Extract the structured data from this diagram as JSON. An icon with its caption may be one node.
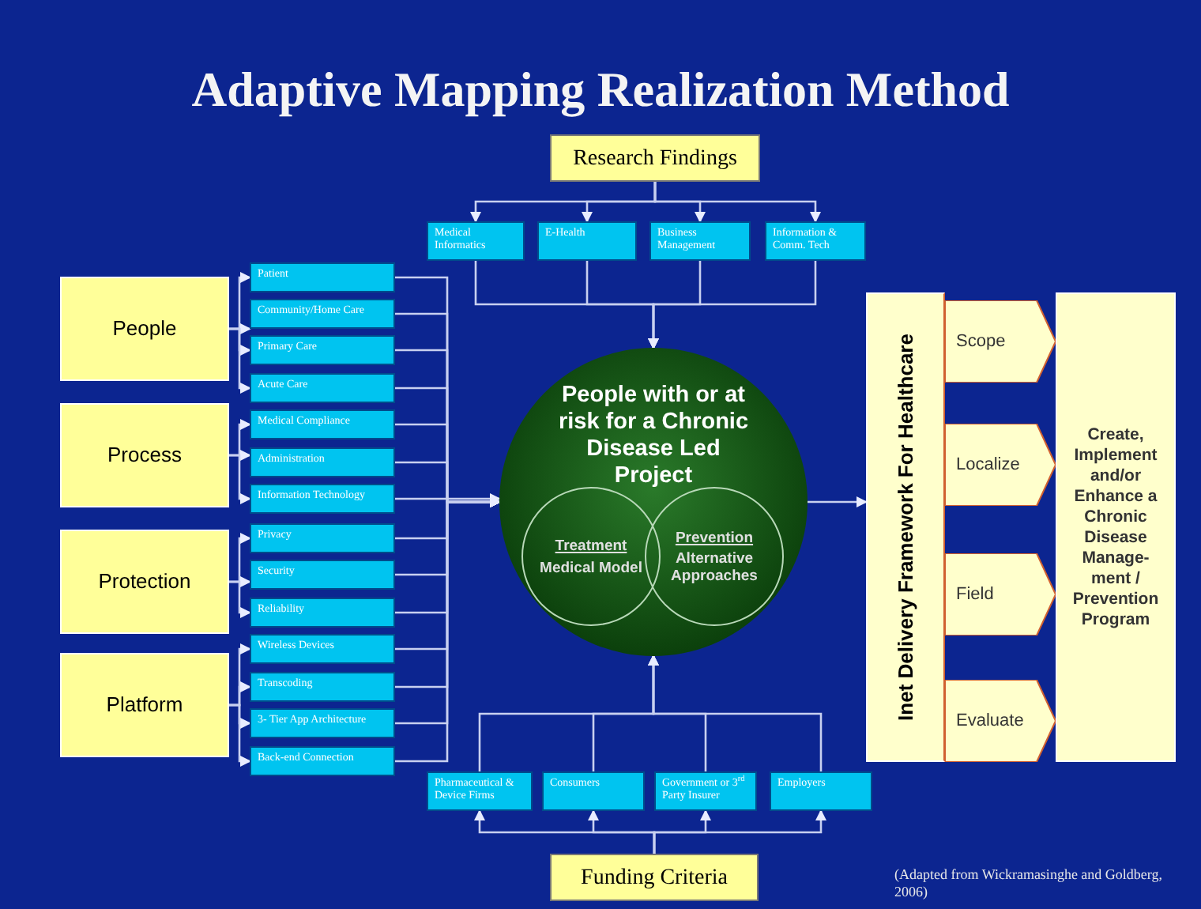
{
  "diagram": {
    "title": "Adaptive Mapping Realization Method",
    "nodes": [
      {
        "text": [
          "Research Findings"
        ]
      },
      {
        "text": [
          "Medical Informatics"
        ]
      },
      {
        "text": [
          "E-Health"
        ]
      },
      {
        "text": [
          "Business Management"
        ]
      },
      {
        "text": [
          "Information & Comm. Tech"
        ]
      },
      {
        "text": [
          "People"
        ]
      },
      {
        "text": [
          "Process"
        ]
      },
      {
        "text": [
          "Protection"
        ]
      },
      {
        "text": [
          "Platform"
        ]
      },
      {
        "text": [
          "Patient"
        ]
      },
      {
        "text": [
          "Community/Home Care"
        ]
      },
      {
        "text": [
          "Primary Care"
        ]
      },
      {
        "text": [
          "Acute Care"
        ]
      },
      {
        "text": [
          "Medical Compliance"
        ]
      },
      {
        "text": [
          "Administration"
        ]
      },
      {
        "text": [
          "Information Technology"
        ]
      },
      {
        "text": [
          "Privacy"
        ]
      },
      {
        "text": [
          "Security"
        ]
      },
      {
        "text": [
          "Reliability"
        ]
      },
      {
        "text": [
          "Wireless Devices"
        ]
      },
      {
        "text": [
          "Transcoding"
        ]
      },
      {
        "text": [
          "3- Tier App Architecture"
        ]
      },
      {
        "text": [
          "Back-end Connection"
        ]
      },
      {
        "text": [
          "People with or at risk for a Chronic Disease Led Project"
        ]
      },
      {
        "text": [
          "Treatment",
          "Medical Model"
        ],
        "in": 23
      },
      {
        "text": [
          "Prevention",
          "Alternative Approaches"
        ],
        "in": 23
      },
      {
        "text": [
          "Inet Delivery Framework For Healthcare"
        ]
      },
      {
        "text": [
          "Scope"
        ]
      },
      {
        "text": [
          "Localize"
        ]
      },
      {
        "text": [
          "Field"
        ]
      },
      {
        "text": [
          "Evaluate"
        ]
      },
      {
        "text": [
          "Create, Implement and/or Enhance a Chronic Disease Manage- ment / Prevention Program"
        ]
      },
      {
        "text": [
          "Pharmaceutical & Device Firms"
        ]
      },
      {
        "text": [
          "Consumers"
        ]
      },
      {
        "text": [
          "Government or 3$^{rd}$ Party Insurer"
        ]
      },
      {
        "text": [
          "Employers"
        ]
      },
      {
        "text": [
          "Funding Criteria"
        ]
      }
    ],
    "edges": [
      {
        "from": 0,
        "to": 1,
        "arrow": "to"
      },
      {
        "from": 0,
        "to": 2,
        "arrow": "to"
      },
      {
        "from": 0,
        "to": 3,
        "arrow": "to"
      },
      {
        "from": 0,
        "to": 4,
        "arrow": "to"
      },
      {
        "from": 1,
        "to": 23,
        "arrow": "to"
      },
      {
        "from": 2,
        "to": 23,
        "arrow": "to"
      },
      {
        "from": 3,
        "to": 23,
        "arrow": "to"
      },
      {
        "from": 4,
        "to": 23,
        "arrow": "to"
      },
      {
        "from": 5,
        "to": 9,
        "arrow": "to"
      },
      {
        "from": 5,
        "to": 10,
        "arrow": "to"
      },
      {
        "from": 5,
        "to": 11,
        "arrow": "to"
      },
      {
        "from": 5,
        "to": 12,
        "arrow": "to"
      },
      {
        "from": 6,
        "to": 13,
        "arrow": "to"
      },
      {
        "from": 6,
        "to": 14,
        "arrow": "to"
      },
      {
        "from": 6,
        "to": 15,
        "arrow": "to"
      },
      {
        "from": 7,
        "to": 16,
        "arrow": "to"
      },
      {
        "from": 7,
        "to": 17,
        "arrow": "to"
      },
      {
        "from": 7,
        "to": 18,
        "arrow": "to"
      },
      {
        "from": 8,
        "to": 19,
        "arrow": "to"
      },
      {
        "from": 8,
        "to": 20,
        "arrow": "to"
      },
      {
        "from": 8,
        "to": 21,
        "arrow": "to"
      },
      {
        "from": 8,
        "to": 22,
        "arrow": "to"
      },
      {
        "from": 9,
        "to": 23,
        "arrow": "to"
      },
      {
        "from": 10,
        "to": 23,
        "arrow": "to"
      },
      {
        "from": 11,
        "to": 23,
        "arrow": "to"
      },
      {
        "from": 12,
        "to": 23,
        "arrow": "to"
      },
      {
        "from": 13,
        "to": 23,
        "arrow": "to"
      },
      {
        "from": 14,
        "to": 23,
        "arrow": "to"
      },
      {
        "from": 15,
        "to": 23,
        "arrow": "to"
      },
      {
        "from": 16,
        "to": 23,
        "arrow": "to"
      },
      {
        "from": 17,
        "to": 23,
        "arrow": "to"
      },
      {
        "from": 18,
        "to": 23,
        "arrow": "to"
      },
      {
        "from": 19,
        "to": 23,
        "arrow": "to"
      },
      {
        "from": 20,
        "to": 23,
        "arrow": "to"
      },
      {
        "from": 21,
        "to": 23,
        "arrow": "to"
      },
      {
        "from": 22,
        "to": 23,
        "arrow": "to"
      },
      {
        "from": 23,
        "to": 26,
        "arrow": "to"
      },
      {
        "from": 36,
        "to": 32,
        "arrow": "to"
      },
      {
        "from": 36,
        "to": 33,
        "arrow": "to"
      },
      {
        "from": 36,
        "to": 34,
        "arrow": "to"
      },
      {
        "from": 36,
        "to": 35,
        "arrow": "to"
      },
      {
        "from": 32,
        "to": 23,
        "arrow": "to"
      },
      {
        "from": 33,
        "to": 23,
        "arrow": "to"
      },
      {
        "from": 34,
        "to": 23,
        "arrow": "to"
      },
      {
        "from": 35,
        "to": 23,
        "arrow": "to"
      }
    ],
    "labels": [
      "(Adapted from Wickramasinghe and Goldberg, 2006)"
    ]
  }
}
